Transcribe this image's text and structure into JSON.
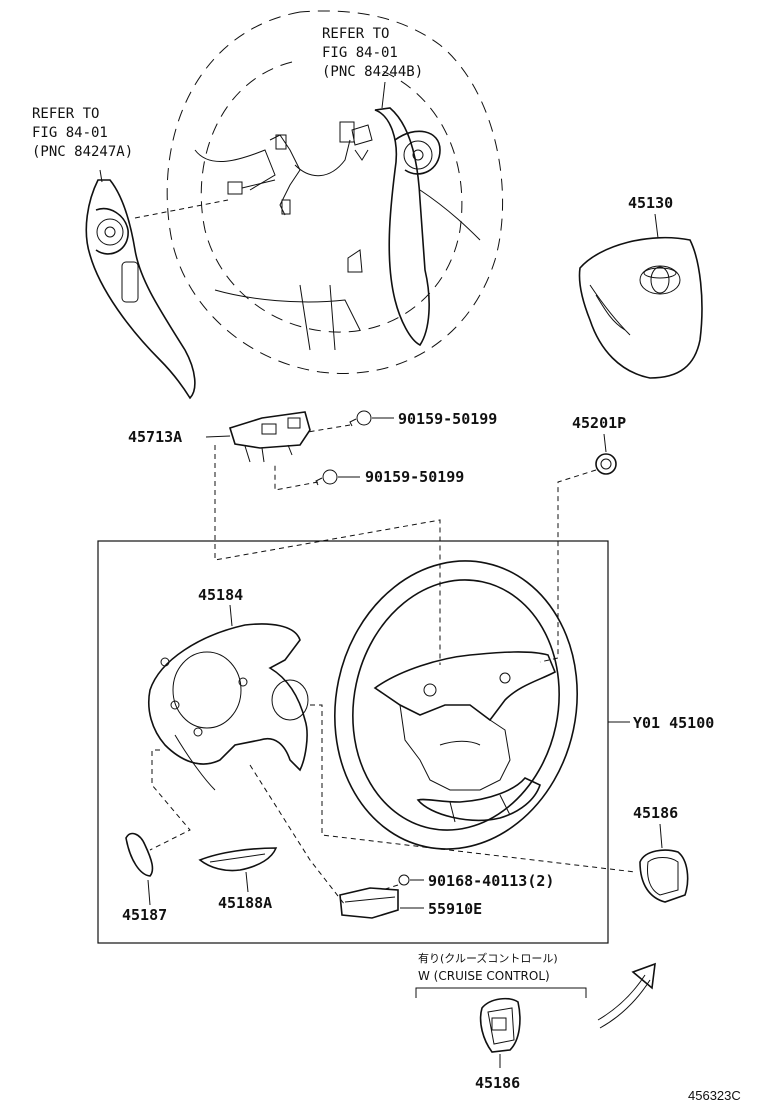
{
  "refs": {
    "left": {
      "line1": "REFER TO",
      "line2": "FIG 84-01",
      "line3": "(PNC 84247A)"
    },
    "top": {
      "line1": "REFER TO",
      "line2": "FIG 84-01",
      "line3": "(PNC 84244B)"
    }
  },
  "parts": {
    "p45130": "45130",
    "p45713A": "45713A",
    "p90159a": "90159-50199",
    "p90159b": "90159-50199",
    "p45201P": "45201P",
    "p45184": "45184",
    "pY01": "Y01 45100",
    "p45186a": "45186",
    "p90168": "90168-40113(2)",
    "p55910E": "55910E",
    "p45187": "45187",
    "p45188A": "45188A",
    "p45186b": "45186"
  },
  "cruise": {
    "jp": "有り(クルーズコントロール)",
    "en": "W (CRUISE CONTROL)"
  },
  "figure_code": "456323C",
  "icons": [
    "steering-wheel-icon",
    "airbag-icon",
    "toyota-emblem-icon",
    "switch-icon",
    "screw-icon",
    "arrow-icon"
  ]
}
